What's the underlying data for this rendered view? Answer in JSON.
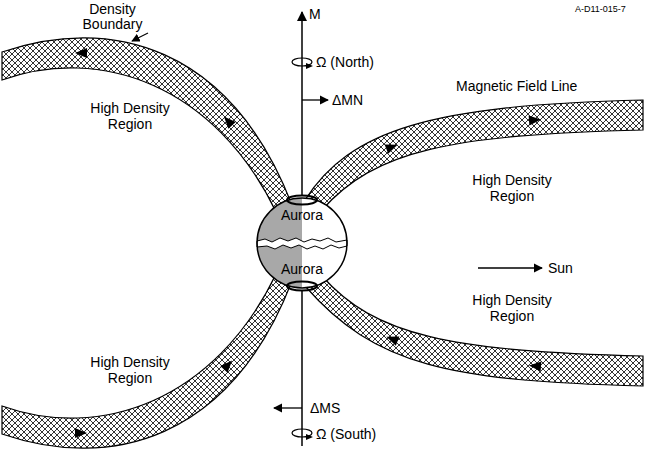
{
  "diagram": {
    "nodes": [
      {
        "text": [
          "Aurora",
          "Aurora"
        ]
      }
    ],
    "labels": [
      "A-D11-015-7",
      "Density Boundary",
      "High Density Region",
      "M",
      "Ω (North)",
      "ΔMN",
      "Magnetic Field Line",
      "High Density Region",
      "Sun",
      "High Density Region",
      "High Density Region",
      "ΔMS",
      "Ω (South)"
    ]
  }
}
